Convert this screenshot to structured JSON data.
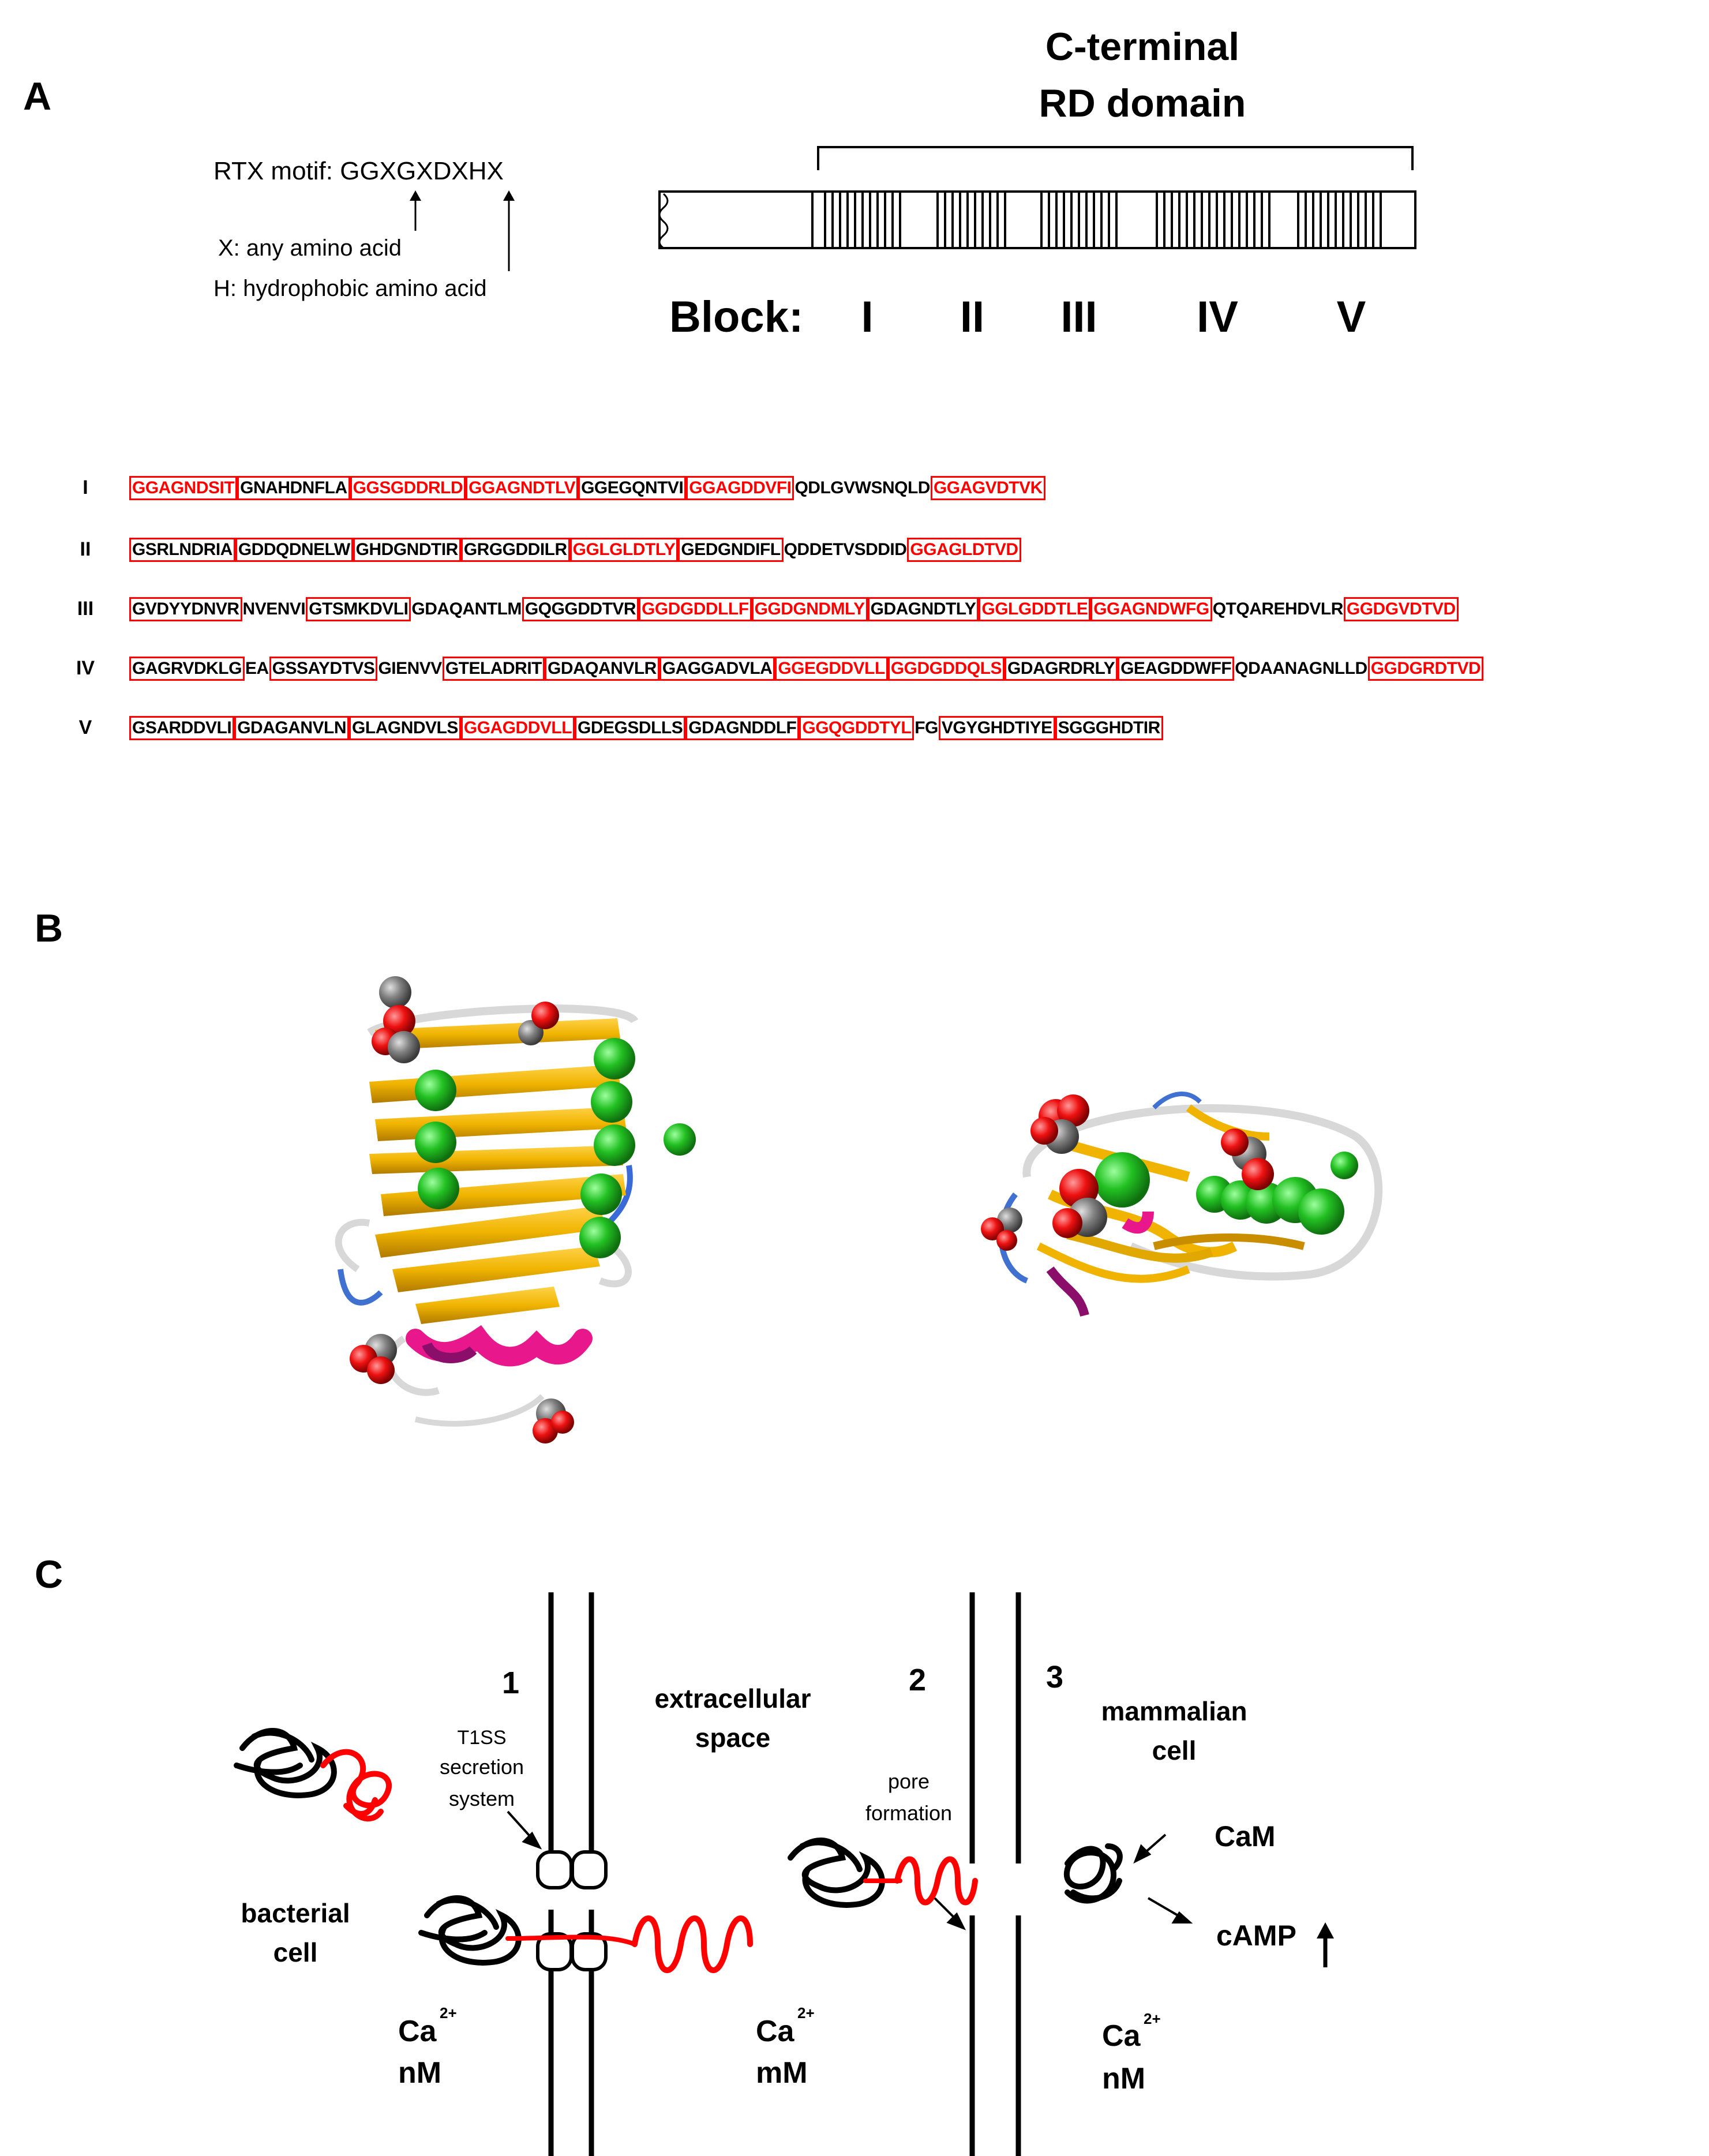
{
  "panels": {
    "a": "A",
    "b": "B",
    "c": "C"
  },
  "panel_a": {
    "domain_title_line1": "C-terminal",
    "domain_title_line2": "RD domain",
    "rtx_motif": "RTX motif: GGXGXDXHX",
    "x_def": "X: any amino acid",
    "h_def": "H: hydrophobic amino acid",
    "block_label": "Block:",
    "blocks": [
      "I",
      "II",
      "III",
      "IV",
      "V"
    ]
  },
  "sequences": [
    {
      "label": "I",
      "segments": [
        {
          "t": "GGAGNDSIT",
          "s": "rb"
        },
        {
          "t": "GNAHDNFLA",
          "s": "bb"
        },
        {
          "t": "GGSGDDRLD",
          "s": "rb"
        },
        {
          "t": "GGAGNDTLV",
          "s": "rb"
        },
        {
          "t": "GGEGQNTVI",
          "s": "bb"
        },
        {
          "t": "GGAGDDVFI",
          "s": "rb"
        },
        {
          "t": "QDLGVWSNQLD",
          "s": "p"
        },
        {
          "t": "GGAGVDTVK",
          "s": "rb"
        }
      ]
    },
    {
      "label": "II",
      "segments": [
        {
          "t": "GSRLNDRIA",
          "s": "bb"
        },
        {
          "t": "GDDQDNELW",
          "s": "bb"
        },
        {
          "t": "GHDGNDTIR",
          "s": "bb"
        },
        {
          "t": "GRGGDDILR",
          "s": "bb"
        },
        {
          "t": "GGLGLDTLY",
          "s": "rb"
        },
        {
          "t": "GEDGNDIFL",
          "s": "bb"
        },
        {
          "t": "QDDETVSDDID",
          "s": "p"
        },
        {
          "t": "GGAGLDTVD",
          "s": "rb"
        }
      ]
    },
    {
      "label": "III",
      "segments": [
        {
          "t": "GVDYYDNVR",
          "s": "bb"
        },
        {
          "t": "NVENVI",
          "s": "p"
        },
        {
          "t": "GTSMKDVLI",
          "s": "bb"
        },
        {
          "t": "GDAQANTLM",
          "s": "p"
        },
        {
          "t": "GQGGDDTVR",
          "s": "bb"
        },
        {
          "t": "GGDGDDLLF",
          "s": "rb"
        },
        {
          "t": "GGDGNDMLY",
          "s": "rb"
        },
        {
          "t": "GDAGNDTLY",
          "s": "bb"
        },
        {
          "t": "GGLGDDTLE",
          "s": "rb"
        },
        {
          "t": "GGAGNDWFG",
          "s": "rb"
        },
        {
          "t": "QTQAREHDVLR",
          "s": "p"
        },
        {
          "t": "GGDGVDTVD",
          "s": "rb"
        }
      ]
    },
    {
      "label": "IV",
      "segments": [
        {
          "t": "GAGRVDKLG",
          "s": "bb"
        },
        {
          "t": "EA",
          "s": "p"
        },
        {
          "t": "GSSAYDTVS",
          "s": "bb"
        },
        {
          "t": "GIENVV",
          "s": "p"
        },
        {
          "t": "GTELADRIT",
          "s": "bb"
        },
        {
          "t": "GDAQANVLR",
          "s": "bb"
        },
        {
          "t": "GAGGADVLA",
          "s": "bb"
        },
        {
          "t": "GGEGDDVLL",
          "s": "rb"
        },
        {
          "t": "GGDGDDQLS",
          "s": "rb"
        },
        {
          "t": "GDAGRDRLY",
          "s": "bb"
        },
        {
          "t": "GEAGDDWFF",
          "s": "bb"
        },
        {
          "t": "QDAANAGNLLD",
          "s": "p"
        },
        {
          "t": "GGDGRDTVD",
          "s": "rb"
        }
      ]
    },
    {
      "label": "V",
      "segments": [
        {
          "t": "GSARDDVLI",
          "s": "bb"
        },
        {
          "t": "GDAGANVLN",
          "s": "bb"
        },
        {
          "t": "GLAGNDVLS",
          "s": "bb"
        },
        {
          "t": "GGAGDDVLL",
          "s": "rb"
        },
        {
          "t": "GDEGSDLLS",
          "s": "bb"
        },
        {
          "t": "GDAGNDDLF",
          "s": "bb"
        },
        {
          "t": "GGQGDDTYL",
          "s": "rb"
        },
        {
          "t": "FG",
          "s": "p"
        },
        {
          "t": "VGYGHDTIYE",
          "s": "bb"
        },
        {
          "t": "SGGGHDTIR",
          "s": "bb"
        }
      ]
    }
  ],
  "panel_c": {
    "step1": "1",
    "step2": "2",
    "step3": "3",
    "t1ss_line1": "T1SS",
    "t1ss_line2": "secretion",
    "t1ss_line3": "system",
    "extracellular_line1": "extracellular",
    "extracellular_line2": "space",
    "pore_line1": "pore",
    "pore_line2": "formation",
    "mammalian_line1": "mammalian",
    "mammalian_line2": "cell",
    "cam": "CaM",
    "camp": "cAMP",
    "bacterial_line1": "bacterial",
    "bacterial_line2": "cell",
    "ca_symbol": "Ca",
    "ca_charge": "2+",
    "conc_left": "nM",
    "conc_mid": "mM",
    "conc_right": "nM"
  },
  "colors": {
    "accent": "#ff0000",
    "strand": "#f0b400",
    "helix": "#e8188c",
    "calcium": "#22c022",
    "oxygen": "#ee1111",
    "carbon": "#808080",
    "loop_blue": "#3a6ad8"
  }
}
